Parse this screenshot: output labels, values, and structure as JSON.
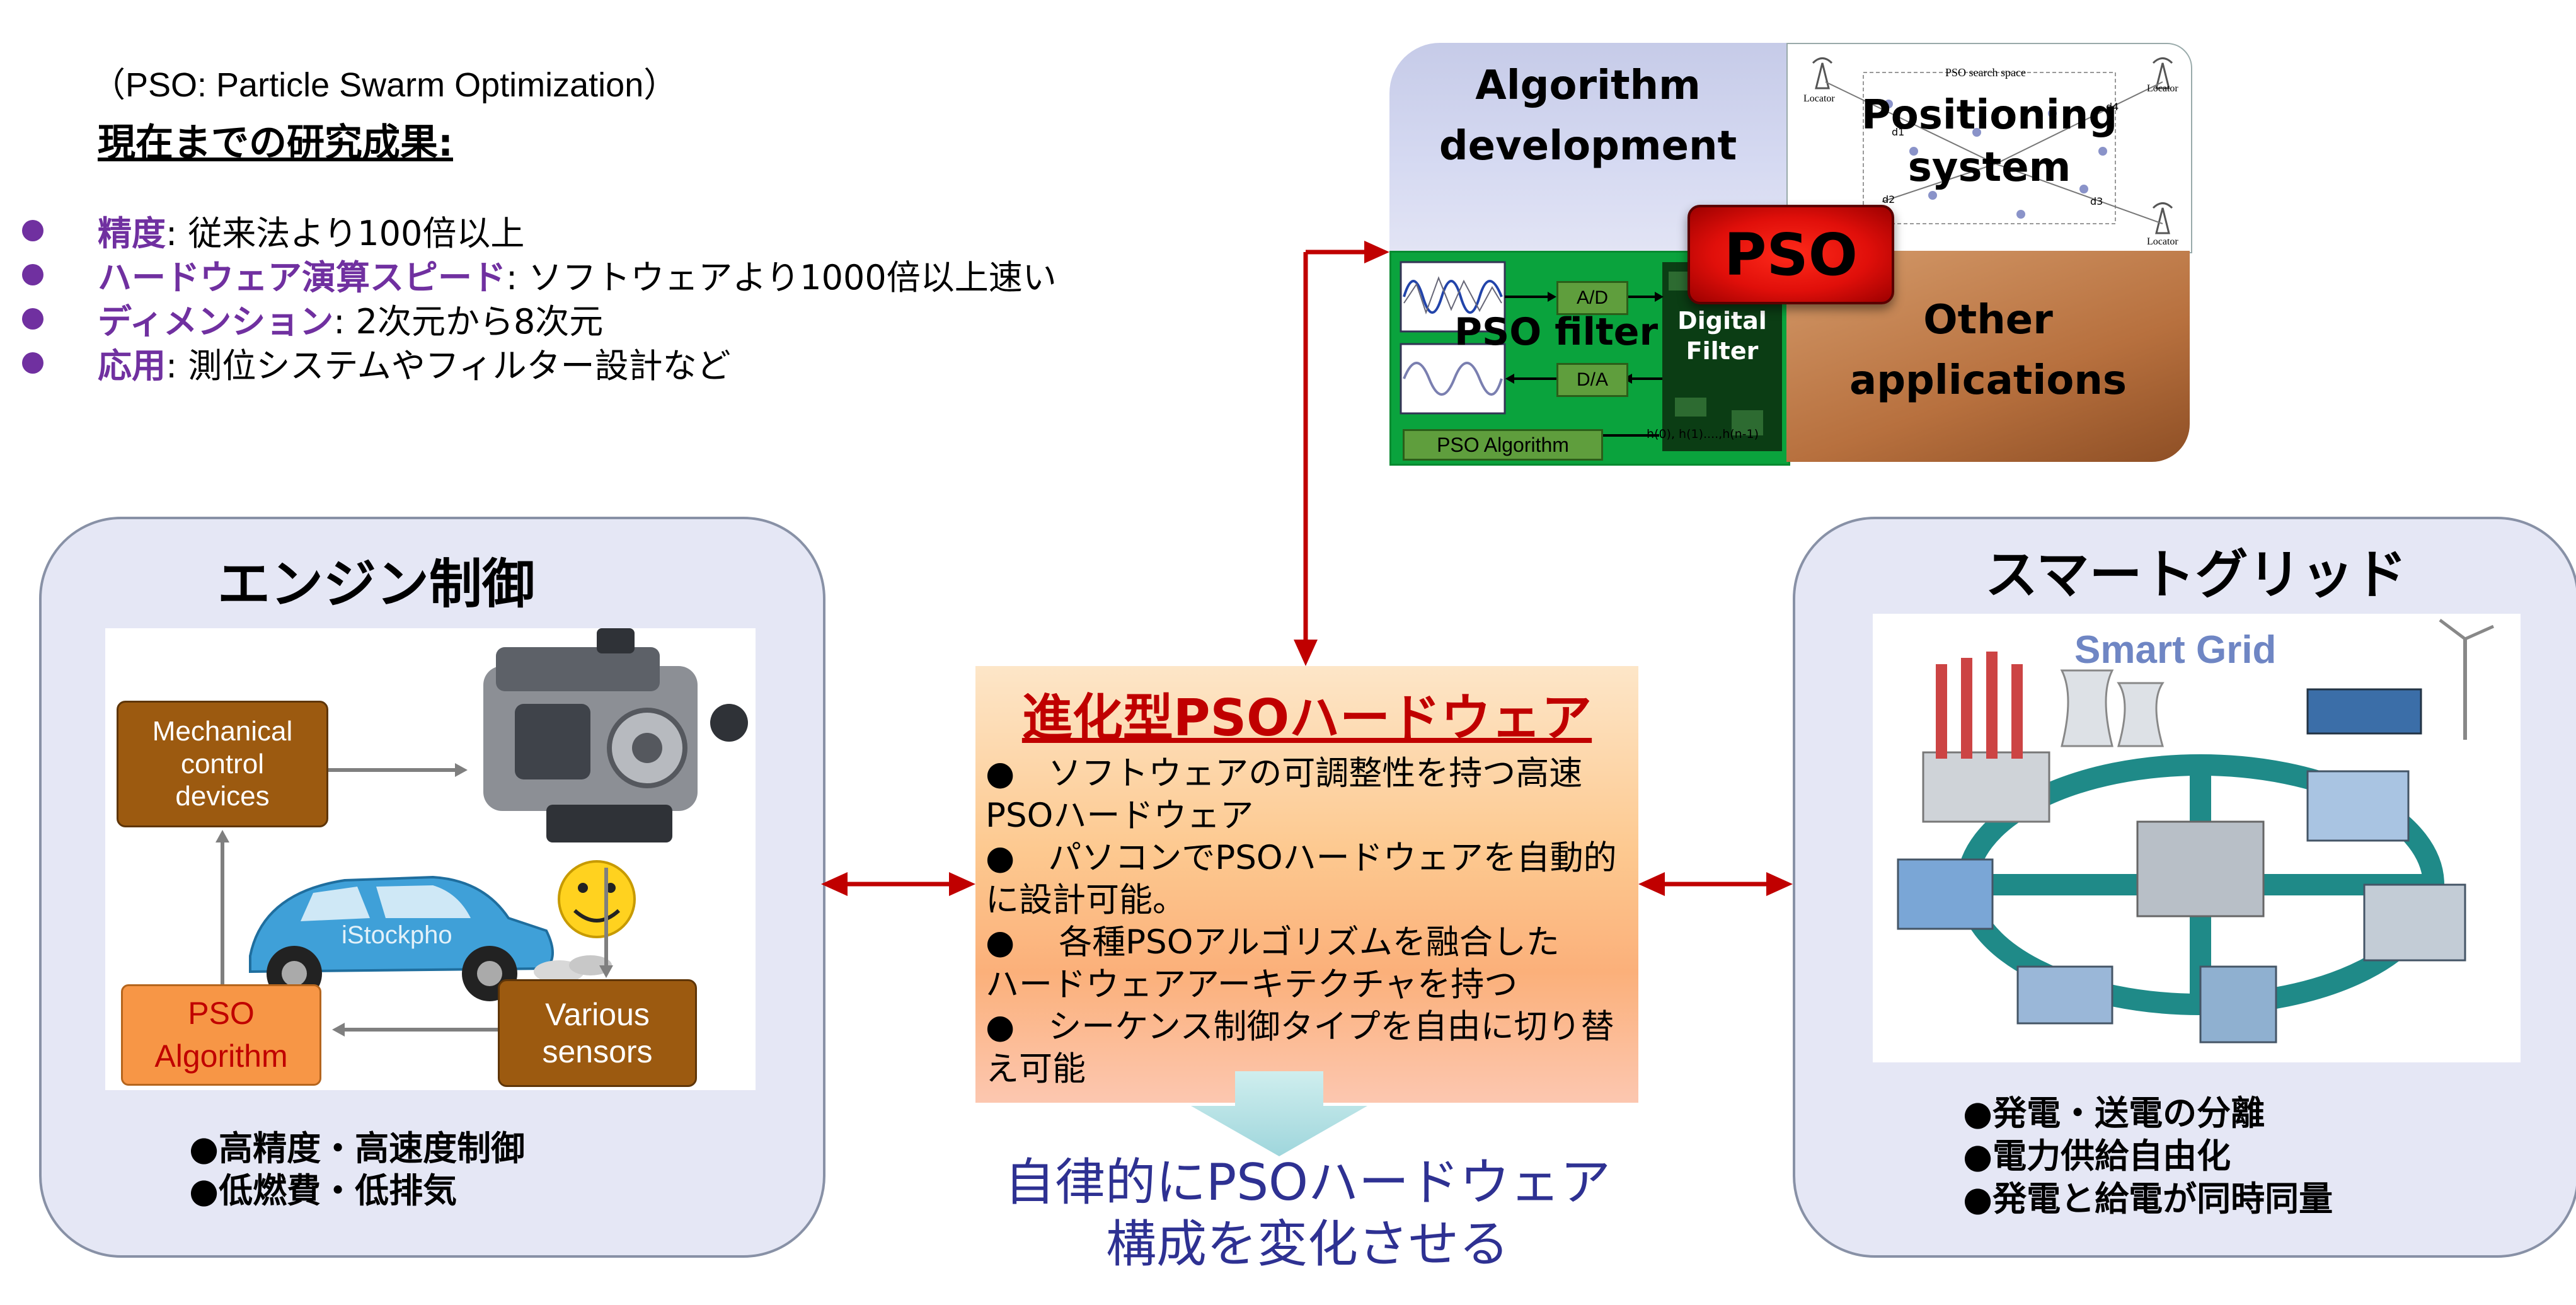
{
  "intro": {
    "pso_definition": "（PSO: Particle Swarm Optimization）",
    "results_title": "現在までの研究成果:",
    "bullets": [
      {
        "key": "精度",
        "text": ": 従来法より100倍以上"
      },
      {
        "key": "ハードウェア演算スピード",
        "text": ": ソフトウェアより1000倍以上速い"
      },
      {
        "key": "ディメンション",
        "text": ": 2次元から8次元"
      },
      {
        "key": "応用",
        "text": ": 測位システムやフィルター設計など"
      }
    ]
  },
  "engine_panel": {
    "title": "エンジン制御",
    "mechanical_line1": "Mechanical",
    "mechanical_line2": "control",
    "mechanical_line3": "devices",
    "pso_line1": "PSO",
    "pso_line2": "Algorithm",
    "sensors_line1": "Various",
    "sensors_line2": "sensors",
    "watermark": "iStockpho",
    "notes": [
      "●高精度・高速度制御",
      "●低燃費・低排気"
    ]
  },
  "center": {
    "title": "進化型PSOハードウェア",
    "lines": [
      "●　ソフトウェアの可調整性を持つ高速",
      "PSOハードウェア",
      "●　パソコンでPSOハードウェアを自動的",
      "に設計可能。",
      "●　 各種PSOアルゴリズムを融合した",
      "ハードウェアアーキテクチャを持つ",
      "●　シーケンス制御タイプを自由に切り替",
      "え可能"
    ],
    "bottom_line1": "自律的にPSOハードウェア",
    "bottom_line2": "構成を変化させる"
  },
  "smartgrid_panel": {
    "title": "スマートグリッド",
    "image_label": "Smart Grid",
    "notes": [
      "●発電・送電の分離",
      "●電力供給自由化",
      "●発電と給電が同時同量"
    ]
  },
  "cluster": {
    "algorithm_line1": "Algorithm",
    "algorithm_line2": "development",
    "positioning_line1": "Positioning",
    "positioning_line2": "system",
    "search_space": "PSO search space",
    "locator": "Locator",
    "d1": "d1",
    "d2": "d2",
    "d3": "d3",
    "d4": "d4",
    "filter_title": "PSO filter",
    "ad": "A/D",
    "da": "D/A",
    "digital_line1": "Digital",
    "digital_line2": "Filter",
    "pso_algorithm": "PSO Algorithm",
    "coeffs": "h(0), h(1)....,h(n-1)",
    "other_line1": "Other",
    "other_line2": "applications",
    "badge": "PSO"
  },
  "colors": {
    "accent_purple": "#7030a0",
    "arrow_red": "#c00000",
    "panel_fill": "#e5e7f5",
    "bottom_text": "#2e3192"
  }
}
